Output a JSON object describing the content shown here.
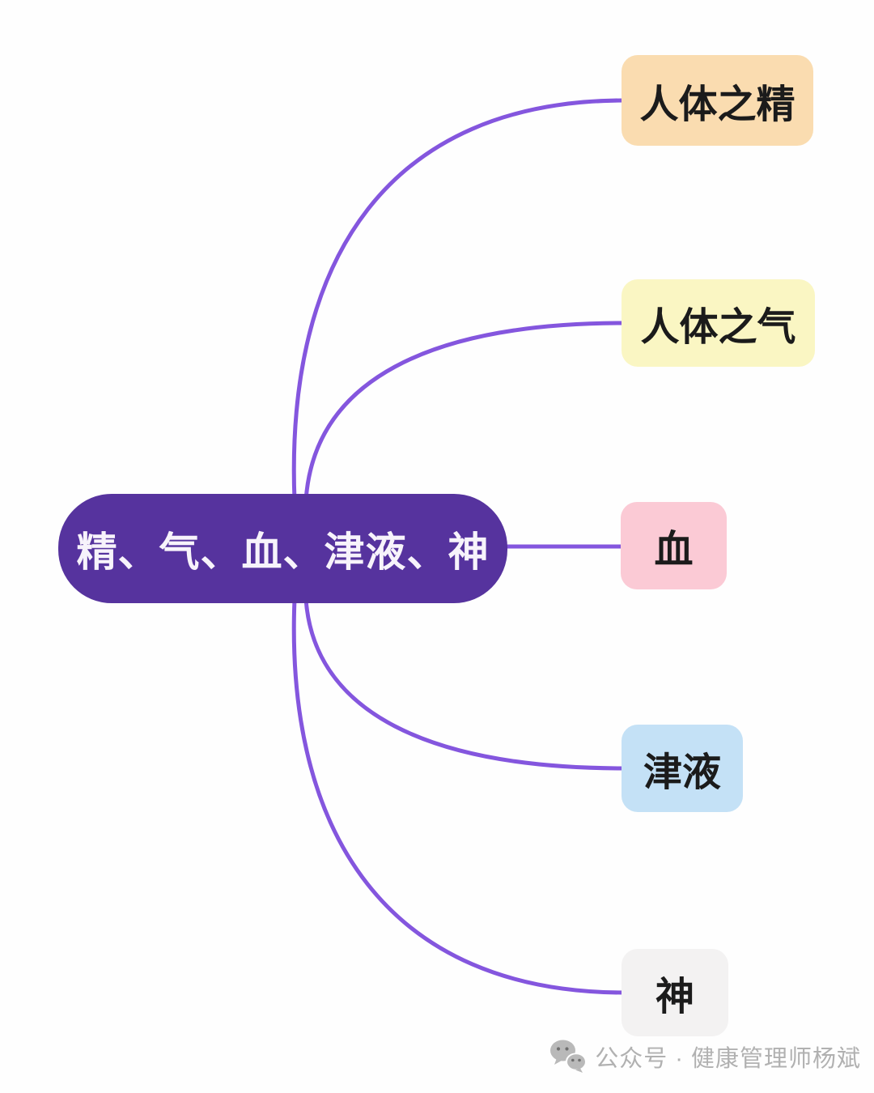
{
  "mindmap": {
    "root": {
      "label": "精、气、血、津液、神",
      "bg_color": "#56339e",
      "text_color": "#f7f3fb"
    },
    "children": [
      {
        "label": "人体之精",
        "bg_color": "#fadcb0"
      },
      {
        "label": "人体之气",
        "bg_color": "#faf6c3"
      },
      {
        "label": "血",
        "bg_color": "#fbcad5"
      },
      {
        "label": "津液",
        "bg_color": "#c4e1f6"
      },
      {
        "label": "神",
        "bg_color": "#f3f2f2"
      }
    ],
    "node_text_color": "#1b1b1b",
    "connector_color": "#8456de"
  },
  "watermark": {
    "icon": "wechat-icon",
    "text": "公众号 · 健康管理师杨斌",
    "color": "#b1b1b1"
  }
}
